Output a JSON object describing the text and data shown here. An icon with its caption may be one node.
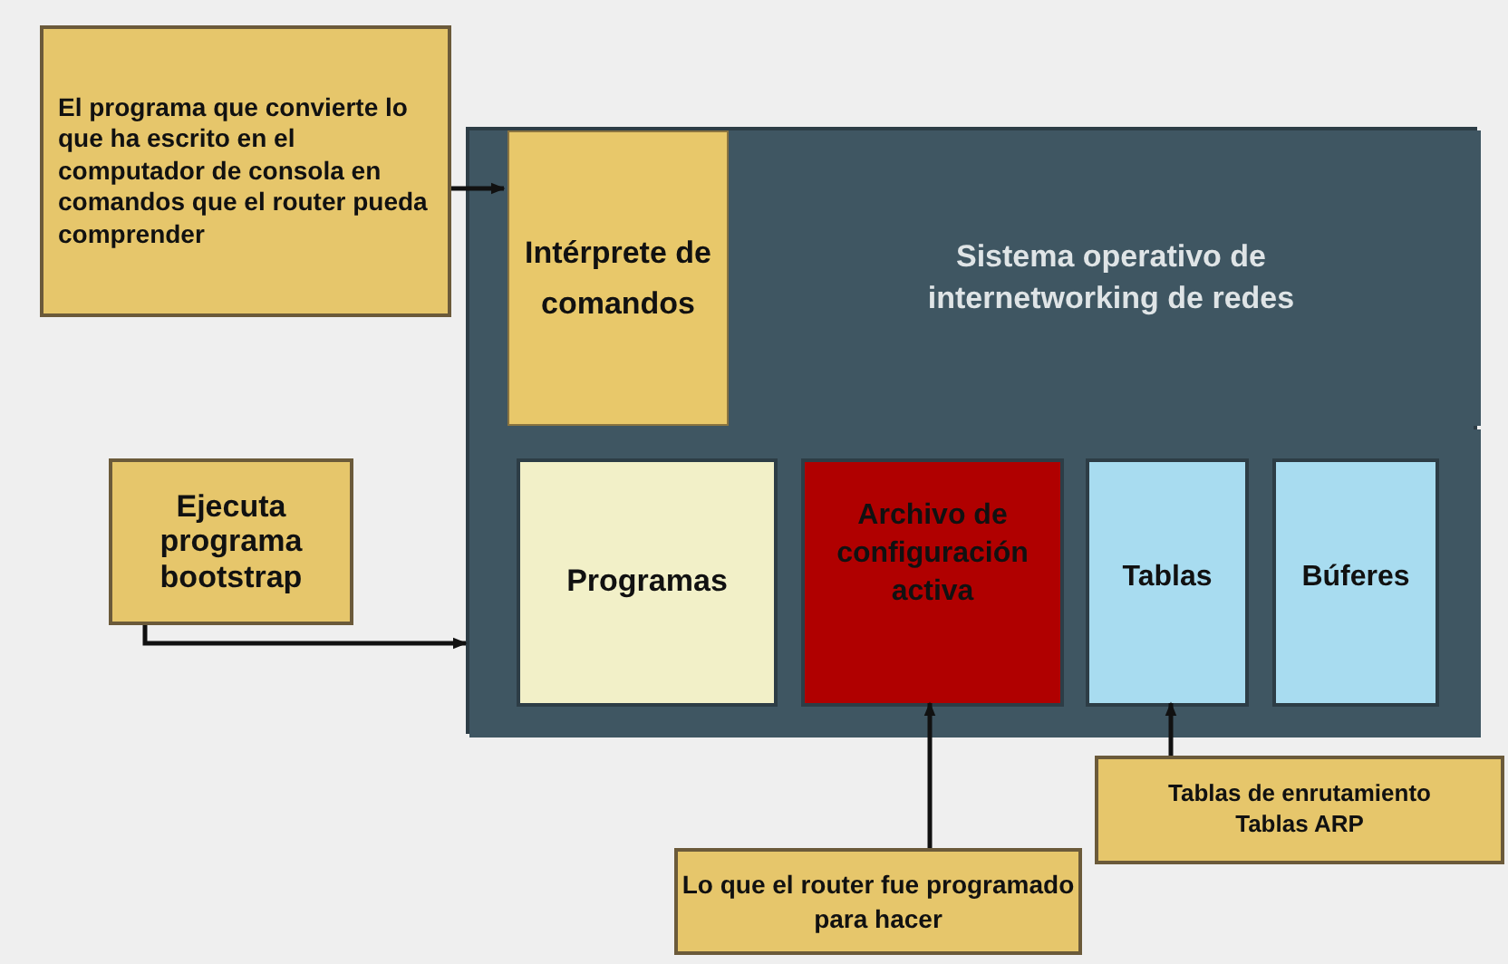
{
  "diagram": {
    "nodes": [
      {
        "text": [
          "El programa que convierte lo que ha escrito en el computador de consola en comandos que el router pueda comprender"
        ]
      },
      {
        "text": [],
        "shape": "box"
      },
      {
        "text": [
          "Sistema operativo de internetworking de redes"
        ],
        "in": 1
      },
      {
        "text": [
          "Intérprete de comandos"
        ],
        "in": 2
      },
      {
        "text": [],
        "shape": "box",
        "in": 1
      },
      {
        "text": [
          "Programas"
        ],
        "in": 4
      },
      {
        "text": [
          "Archivo de configuración activa"
        ],
        "in": 4
      },
      {
        "text": [
          "Tablas"
        ],
        "in": 4
      },
      {
        "text": [
          "Búferes"
        ],
        "in": 4
      },
      {
        "text": [
          "Ejecuta programa bootstrap"
        ]
      },
      {
        "text": [
          "Lo que el router fue programado para hacer"
        ]
      },
      {
        "text": [
          "Tablas de enrutamiento",
          "Tablas ARP"
        ]
      }
    ],
    "edges": [
      {
        "from": 0,
        "to": 3,
        "arrow": "to"
      },
      {
        "from": 9,
        "to": 4,
        "arrow": "to"
      },
      {
        "from": 10,
        "to": 6,
        "arrow": "to"
      },
      {
        "from": 11,
        "to": 7,
        "arrow": "to"
      }
    ]
  }
}
